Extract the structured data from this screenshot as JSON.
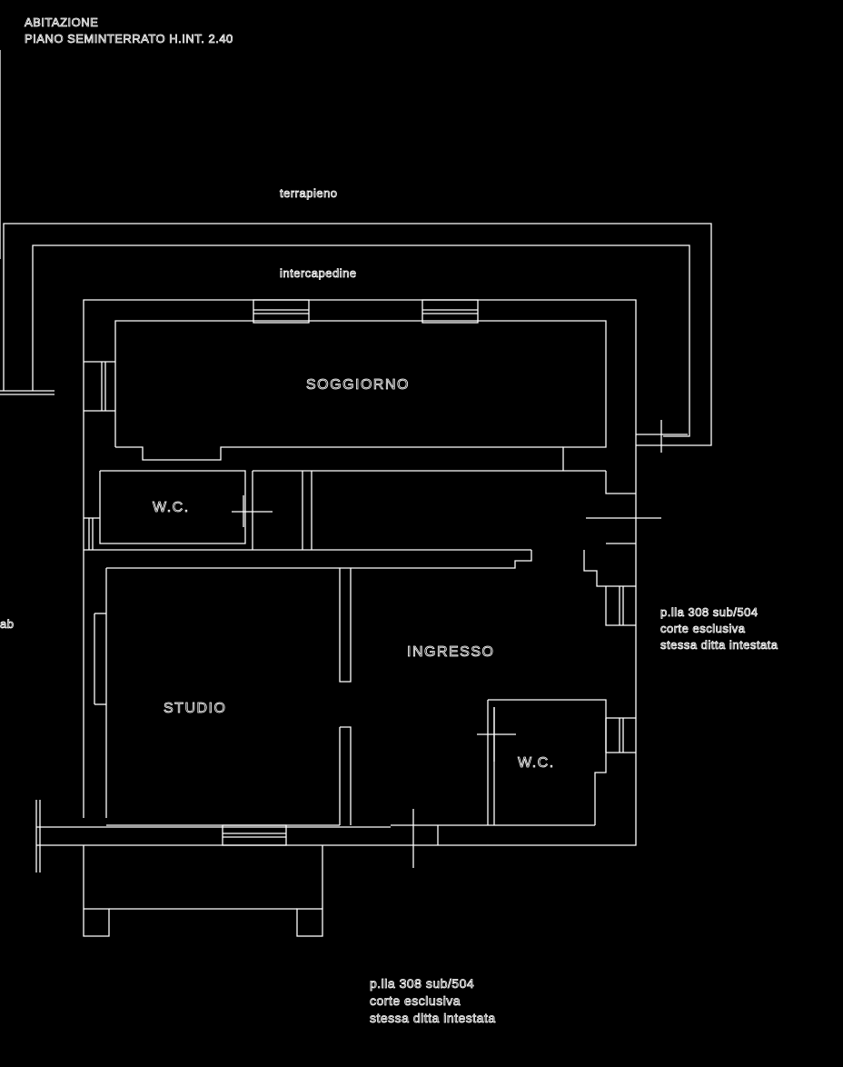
{
  "header": {
    "title": "ABITAZIONE",
    "subtitle": "PIANO SEMINTERRATO    H.INT. 2.40"
  },
  "annotations": {
    "terrapieno": "terrapieno",
    "intercapedine": "intercapedine",
    "left_edge_text": "ab",
    "side_note": [
      "p.lla 308 sub/504",
      "corte esclusiva",
      "stessa ditta intestata"
    ],
    "bottom_note": [
      "p.lla 308 sub/504",
      "corte esclusiva",
      "stessa ditta intestata"
    ]
  },
  "rooms": {
    "soggiorno": "SOGGIORNO",
    "wc_top": "W.C.",
    "ingresso": "INGRESSO",
    "studio": "STUDIO",
    "wc_bottom": "W.C."
  },
  "colors": {
    "background": "#000000",
    "lines": "#ffffff"
  }
}
